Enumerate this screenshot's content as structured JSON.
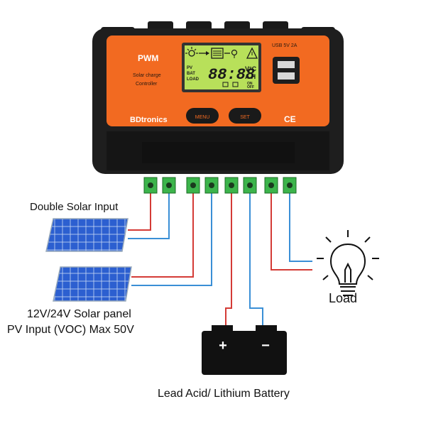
{
  "controller": {
    "mode": "PWM",
    "name_line1": "Solar charge",
    "name_line2": "Controller",
    "brand": "BDtronics",
    "usb_label": "USB 5V 2A",
    "display": {
      "pv": "PV",
      "bat": "BAT",
      "load": "LOAD",
      "digits": "88:88",
      "unit_v": "V°C",
      "unit_ah": "A H",
      "on": "ON",
      "off": "OFF"
    },
    "menu_button": "MENU",
    "set_button": "SET",
    "ce_mark": "CE"
  },
  "labels": {
    "double_solar": "Double Solar Input",
    "panel_line1": "12V/24V Solar panel",
    "panel_line2": "PV Input (VOC) Max 50V",
    "load": "Load",
    "battery": "Lead Acid/ Lithium Battery",
    "battery_plus": "+",
    "battery_minus": "−"
  },
  "colors": {
    "orange": "#f26a21",
    "lcd": "#b8e05a",
    "terminal": "#3cb44b",
    "wire_red": "#d43b36",
    "wire_blue": "#3a8fd6",
    "panel": "#2c5fd0"
  }
}
